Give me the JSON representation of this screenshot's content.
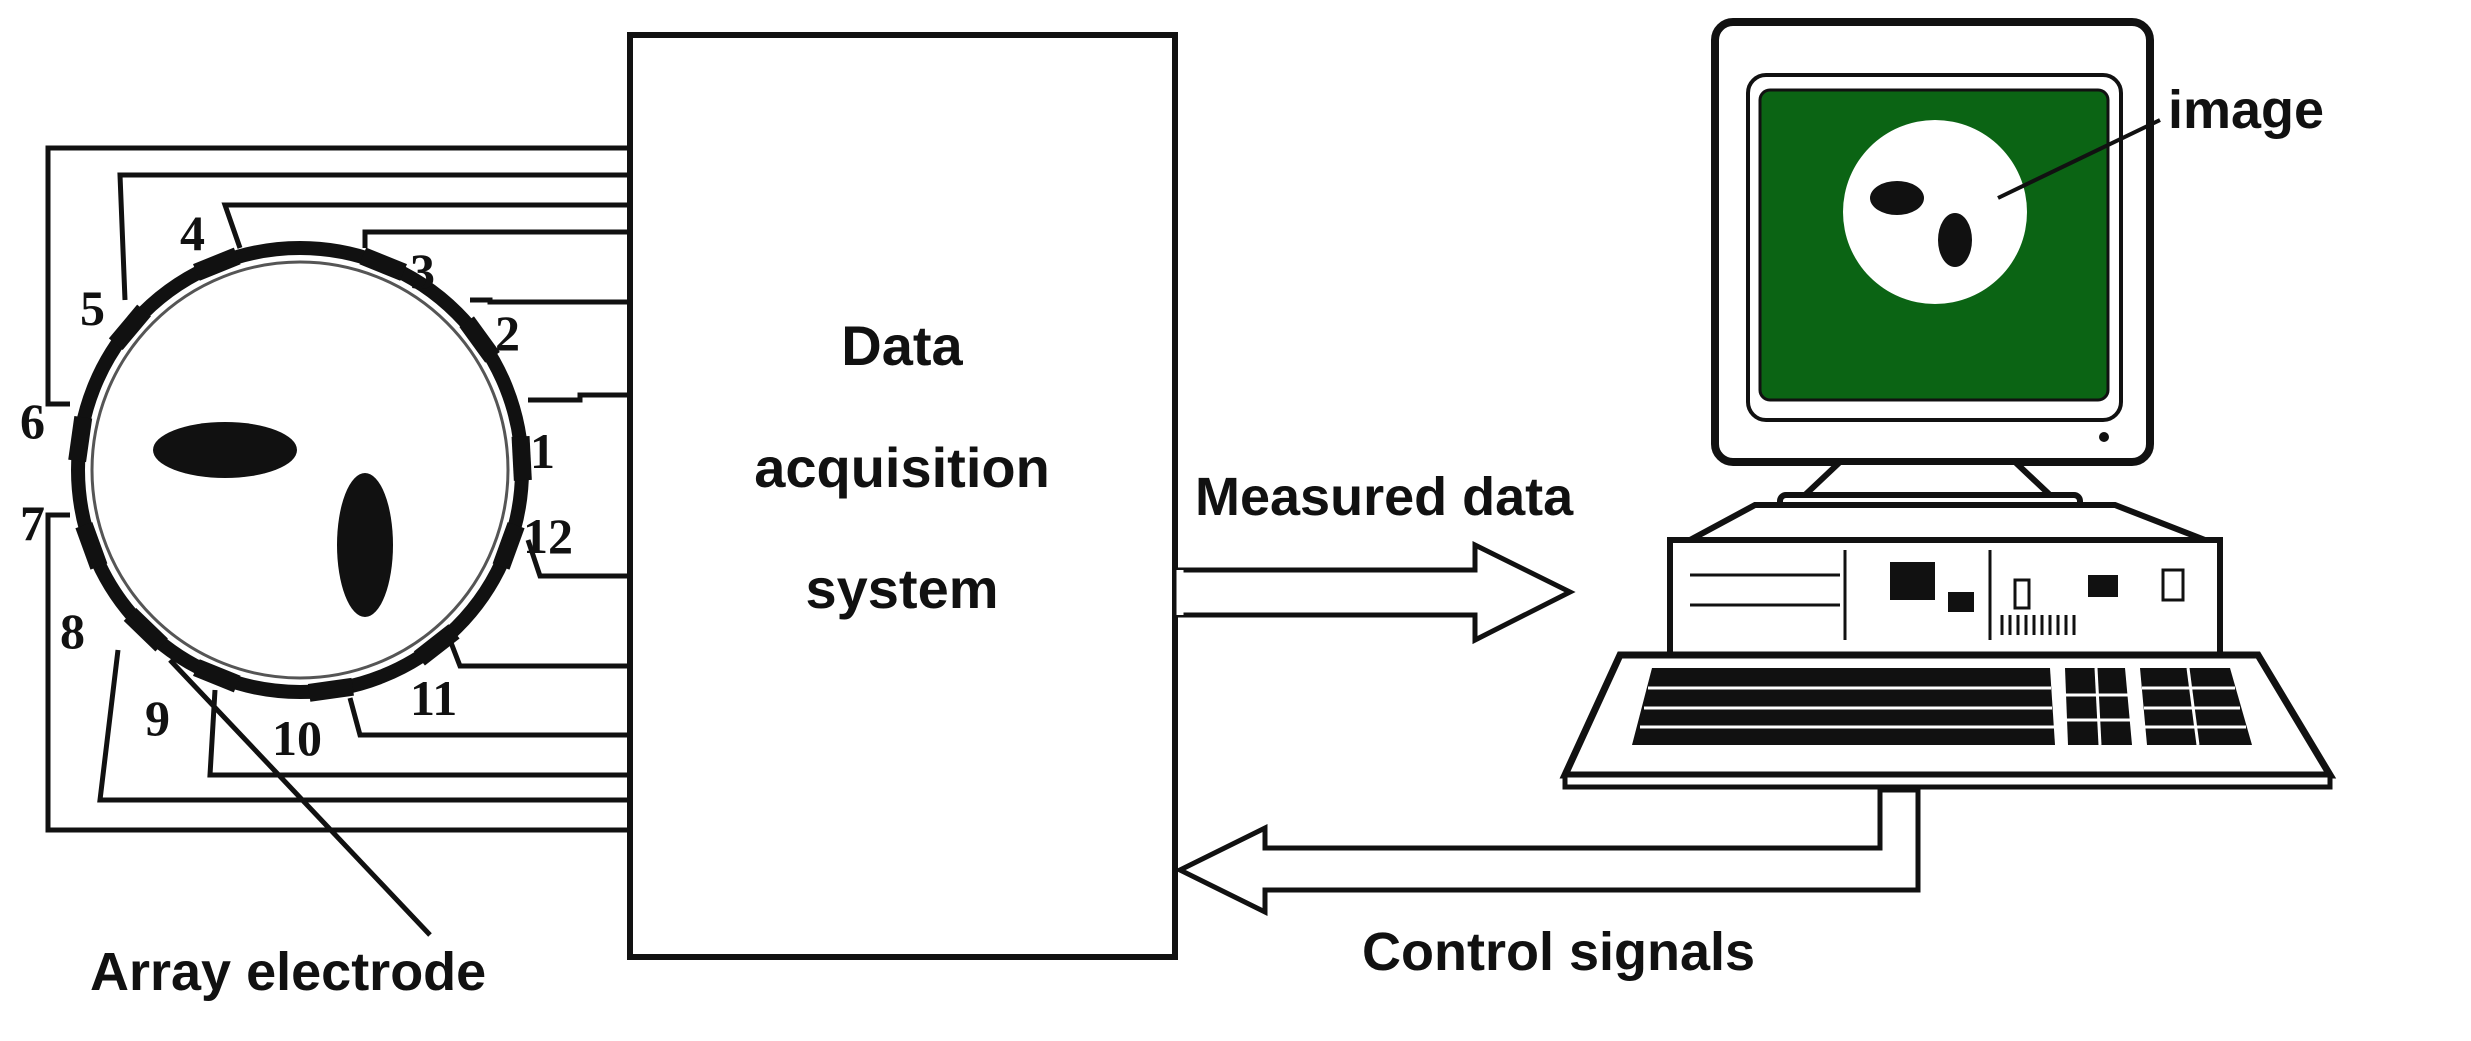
{
  "labels": {
    "daq_line1": "Data",
    "daq_line2": "acquisition",
    "daq_line3": "system",
    "measured_data": "Measured data",
    "control_signals": "Control signals",
    "array_electrode": "Array electrode",
    "image": "image"
  },
  "electrodes": [
    "1",
    "2",
    "3",
    "4",
    "5",
    "6",
    "7",
    "8",
    "9",
    "10",
    "11",
    "12"
  ],
  "colors": {
    "screen": "#0b6414",
    "outline": "#111111",
    "background": "#ffffff"
  },
  "icons": {
    "computer": "desktop-computer-icon",
    "keyboard": "keyboard-icon"
  }
}
